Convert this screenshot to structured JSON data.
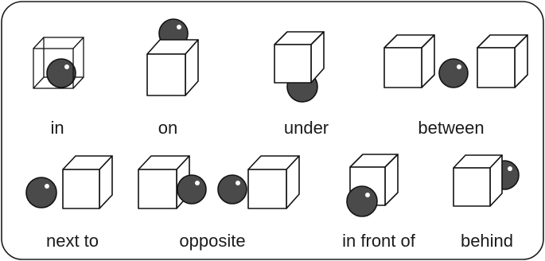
{
  "labels": {
    "in": "in",
    "on": "on",
    "under": "under",
    "between": "between",
    "next_to": "next to",
    "opposite": "opposite",
    "in_front_of": "in front of",
    "behind": "behind"
  },
  "colors": {
    "ball": "#4a4a4a",
    "outline": "#111111",
    "cube_face": "#ffffff"
  },
  "icons": [
    "cube-icon",
    "ball-icon"
  ]
}
